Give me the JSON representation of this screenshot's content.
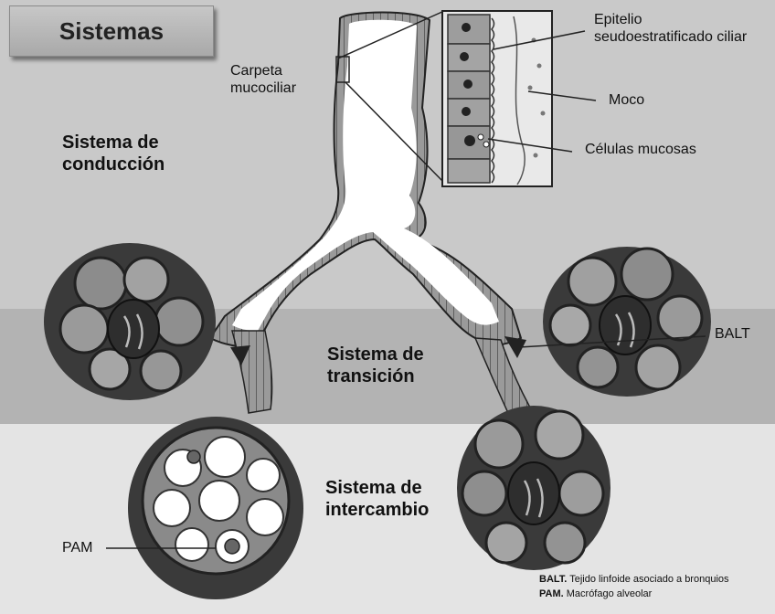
{
  "title": "Sistemas",
  "systems": {
    "conduction": [
      "Sistema de",
      "conducción"
    ],
    "transition": [
      "Sistema de",
      "transición"
    ],
    "exchange": [
      "Sistema de",
      "intercambio"
    ]
  },
  "labels": {
    "carpeta": [
      "Carpeta",
      "mucociliar"
    ],
    "epitelio": [
      "Epitelio",
      "seudoestratificado ciliar"
    ],
    "moco": "Moco",
    "celulas": "Células mucosas",
    "balt": "BALT",
    "pam": "PAM"
  },
  "legend": [
    {
      "abbr": "BALT.",
      "text": " Tejido linfoide asociado a bronquios"
    },
    {
      "abbr": "PAM.",
      "text": " Macrófago alveolar"
    }
  ],
  "colors": {
    "background": "#dcdcdc",
    "conduction_band": "#c7c7c7",
    "transition_band": "#b4b4b4",
    "exchange_band": "#e6e6e6",
    "tissue_dark": "#3a3a3a",
    "tissue_mid": "#8a8a8a",
    "lumen": "#ffffff"
  }
}
